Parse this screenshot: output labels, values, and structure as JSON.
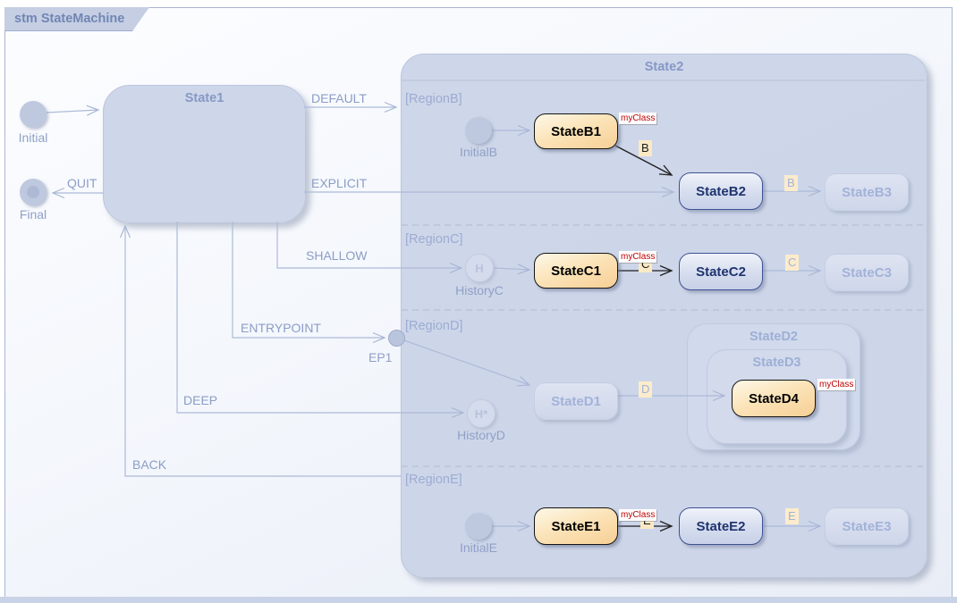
{
  "frame": {
    "title": "stm StateMachine"
  },
  "palette": {
    "accent_blue": "#8b9dc9",
    "container_fill": "#ccd3e6",
    "state_fill_orange": "#fbdca6",
    "state_border_navy": "#3e5192",
    "stereotype_red": "#c00000",
    "trigger_bg_tan": "#fbe9c5"
  },
  "states": {
    "state1": "State1",
    "state2": "State2",
    "b1": "StateB1",
    "b2": "StateB2",
    "b3": "StateB3",
    "c1": "StateC1",
    "c2": "StateC2",
    "c3": "StateC3",
    "d1": "StateD1",
    "d2": "StateD2",
    "d3": "StateD3",
    "d4": "StateD4",
    "e1": "StateE1",
    "e2": "StateE2",
    "e3": "StateE3"
  },
  "pseudostates": {
    "initial": "Initial",
    "final": "Final",
    "initialB": "InitialB",
    "historyC": "HistoryC",
    "historyC_glyph": "H",
    "historyD": "HistoryD",
    "historyD_glyph": "H*",
    "initialE": "InitialE",
    "ep1": "EP1"
  },
  "regions": {
    "b": "[RegionB]",
    "c": "[RegionC]",
    "d": "[RegionD]",
    "e": "[RegionE]"
  },
  "transitions": {
    "default": "DEFAULT",
    "quit": "QUIT",
    "explicit": "EXPLICIT",
    "shallow": "SHALLOW",
    "entrypoint": "ENTRYPOINT",
    "deep": "DEEP",
    "back": "BACK",
    "b": "B",
    "c": "C",
    "d": "D",
    "e": "E"
  },
  "stereotype": "myClass"
}
